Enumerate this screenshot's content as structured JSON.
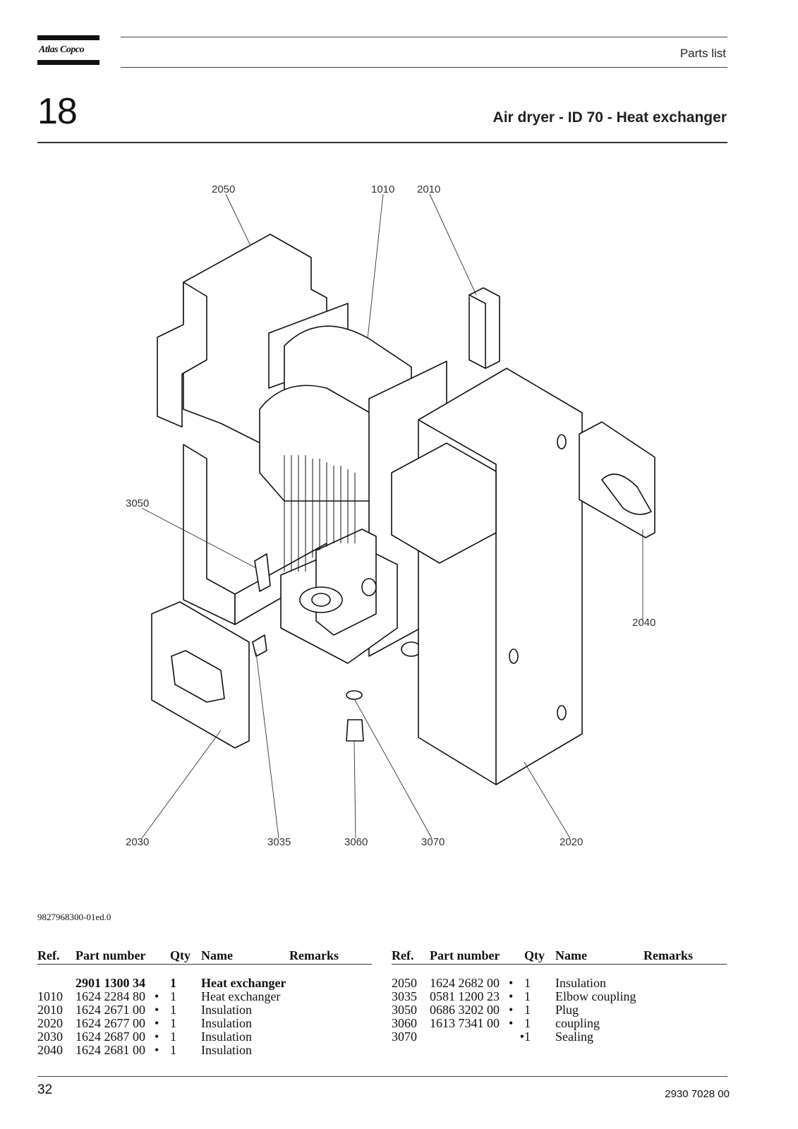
{
  "header": {
    "brand": "Atlas Copco",
    "section_label": "Parts list",
    "chapter_number": "18",
    "title": "Air dryer - ID 70 - Heat exchanger"
  },
  "drawing": {
    "callouts": [
      "2050",
      "1010",
      "2010",
      "3050",
      "2040",
      "2030",
      "3035",
      "3060",
      "3070",
      "2020"
    ]
  },
  "drawing_number": "9827968300-01ed.0",
  "parts_table": {
    "columns": [
      "Ref.",
      "Part number",
      "Qty",
      "Name",
      "Remarks"
    ],
    "left": [
      {
        "ref": "",
        "part": "2901 1300 34",
        "mark": "",
        "qty": "1",
        "name": "Heat exchanger",
        "remarks": "",
        "bold": true
      },
      {
        "ref": "1010",
        "part": "1624 2284 80",
        "mark": "•",
        "qty": "1",
        "name": "Heat exchanger",
        "remarks": ""
      },
      {
        "ref": "2010",
        "part": "1624 2671 00",
        "mark": "•",
        "qty": "1",
        "name": "Insulation",
        "remarks": ""
      },
      {
        "ref": "2020",
        "part": "1624 2677 00",
        "mark": "•",
        "qty": "1",
        "name": "Insulation",
        "remarks": ""
      },
      {
        "ref": "2030",
        "part": "1624 2687 00",
        "mark": "•",
        "qty": "1",
        "name": "Insulation",
        "remarks": ""
      },
      {
        "ref": "2040",
        "part": "1624 2681 00",
        "mark": "•",
        "qty": "1",
        "name": "Insulation",
        "remarks": ""
      }
    ],
    "right": [
      {
        "ref": "2050",
        "part": "1624 2682 00",
        "mark": "•",
        "qty": "1",
        "name": "Insulation",
        "remarks": ""
      },
      {
        "ref": "3035",
        "part": "0581 1200 23",
        "mark": "•",
        "qty": "1",
        "name": "Elbow coupling",
        "remarks": ""
      },
      {
        "ref": "3050",
        "part": "0686 3202 00",
        "mark": "•",
        "qty": "1",
        "name": "Plug",
        "remarks": ""
      },
      {
        "ref": "3060",
        "part": "1613 7341 00",
        "mark": "•",
        "qty": "1",
        "name": "coupling",
        "remarks": ""
      },
      {
        "ref": "3070",
        "part": "",
        "mark": "•",
        "qty": "1",
        "name": "Sealing",
        "remarks": ""
      }
    ]
  },
  "footer": {
    "page_number": "32",
    "document_id": "2930 7028 00"
  }
}
